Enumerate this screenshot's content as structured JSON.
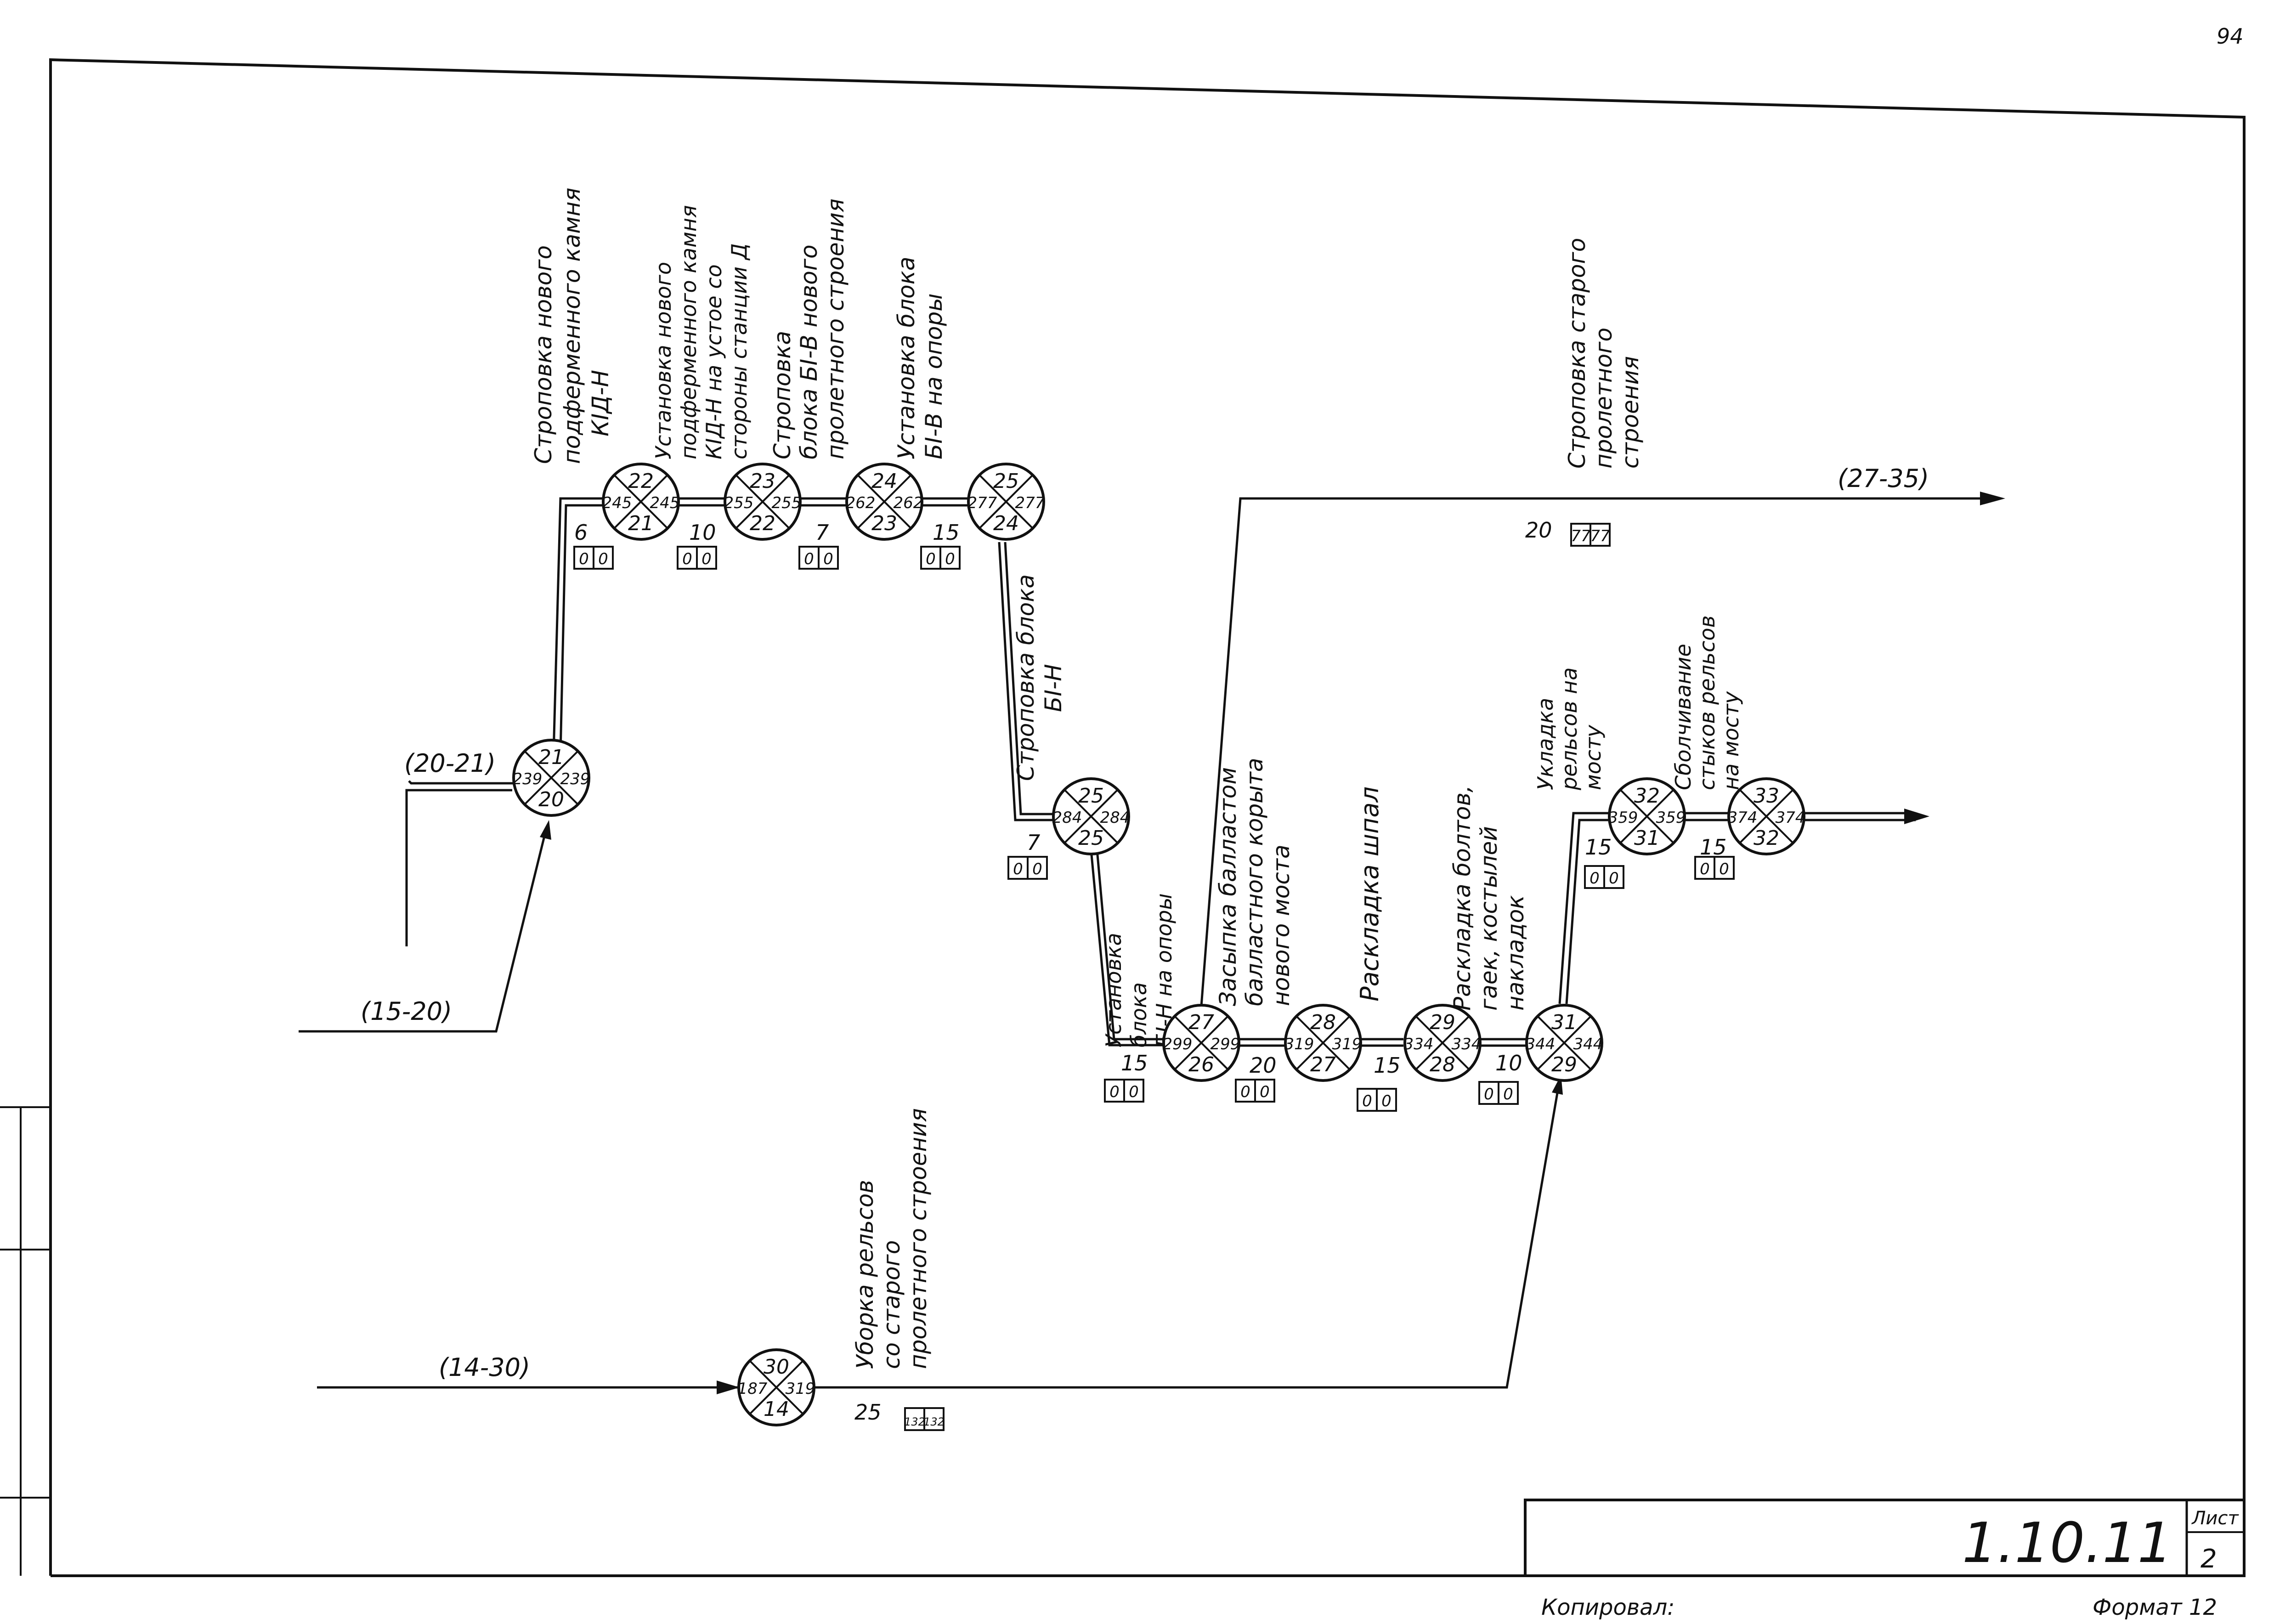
{
  "page_number": "94",
  "external_refs": {
    "ref_20_21": "(20-21)",
    "ref_15_20": "(15-20)",
    "ref_14_30": "(14-30)",
    "ref_27_35": "(27-35)"
  },
  "nodes": [
    {
      "id": "n21",
      "top": "21",
      "left": "239",
      "right": "239",
      "bottom": "20"
    },
    {
      "id": "n22",
      "top": "22",
      "left": "245",
      "right": "245",
      "bottom": "21"
    },
    {
      "id": "n23",
      "top": "23",
      "left": "255",
      "right": "255",
      "bottom": "22"
    },
    {
      "id": "n24",
      "top": "24",
      "left": "262",
      "right": "262",
      "bottom": "23"
    },
    {
      "id": "n25",
      "top": "25",
      "left": "277",
      "right": "277",
      "bottom": "24"
    },
    {
      "id": "n26",
      "top": "25",
      "left": "284",
      "right": "284",
      "bottom": "25"
    },
    {
      "id": "n27",
      "top": "27",
      "left": "299",
      "right": "299",
      "bottom": "26"
    },
    {
      "id": "n28",
      "top": "28",
      "left": "319",
      "right": "319",
      "bottom": "27"
    },
    {
      "id": "n29",
      "top": "29",
      "left": "334",
      "right": "334",
      "bottom": "28"
    },
    {
      "id": "n31",
      "top": "31",
      "left": "344",
      "right": "344",
      "bottom": "29"
    },
    {
      "id": "n32",
      "top": "32",
      "left": "359",
      "right": "359",
      "bottom": "31"
    },
    {
      "id": "n33",
      "top": "33",
      "left": "374",
      "right": "374",
      "bottom": "32"
    },
    {
      "id": "n30",
      "top": "30",
      "left": "187",
      "right": "319",
      "bottom": "14"
    }
  ],
  "activities": [
    {
      "id": "a21_22",
      "label": [
        "Строповка нового",
        "подферменного камня",
        "КIД-Н"
      ],
      "duration": "6",
      "reserves": [
        "0",
        "0"
      ]
    },
    {
      "id": "a22_23",
      "label": [
        "Установка нового",
        "подферменного камня",
        "КIД-Н на устое со",
        "стороны станции Д"
      ],
      "duration": "10",
      "reserves": [
        "0",
        "0"
      ]
    },
    {
      "id": "a23_24",
      "label": [
        "Строповка",
        "блока БI-В нового",
        "пролетного строения"
      ],
      "duration": "7",
      "reserves": [
        "0",
        "0"
      ]
    },
    {
      "id": "a24_25",
      "label": [
        "Установка блока",
        "БI-В на опоры"
      ],
      "duration": "15",
      "reserves": [
        "0",
        "0"
      ]
    },
    {
      "id": "a25_26",
      "label": [
        "Строповка блока",
        "БI-Н"
      ],
      "duration": "7",
      "reserves": [
        "0",
        "0"
      ]
    },
    {
      "id": "a26_27",
      "label": [
        "Установка",
        "блока",
        "БI-Н на опоры"
      ],
      "duration": "15",
      "reserves": [
        "0",
        "0"
      ]
    },
    {
      "id": "a27_28",
      "label": [
        "Засыпка балластом",
        "балластного корыта",
        "нового моста"
      ],
      "duration": "20",
      "reserves": [
        "0",
        "0"
      ]
    },
    {
      "id": "a28_29",
      "label": [
        "Раскладка шпал"
      ],
      "duration": "15",
      "reserves": [
        "0",
        "0"
      ]
    },
    {
      "id": "a29_31",
      "label": [
        "Раскладка болтов,",
        "гаек, костылей",
        "накладок"
      ],
      "duration": "10",
      "reserves": [
        "0",
        "0"
      ]
    },
    {
      "id": "a31_32",
      "label": [
        "Укладка",
        "рельсов на",
        "мосту"
      ],
      "duration": "15",
      "reserves": [
        "0",
        "0"
      ]
    },
    {
      "id": "a32_33",
      "label": [
        "Сболчивание",
        "стыков рельсов",
        "на мосту"
      ],
      "duration": "15",
      "reserves": [
        "0",
        "0"
      ]
    },
    {
      "id": "a27_35",
      "label": [
        "Строповка старого",
        "пролетного",
        "строения"
      ],
      "duration": "20",
      "reserves": [
        "77",
        "77"
      ]
    },
    {
      "id": "a30_31",
      "label": [
        "Уборка рельсов",
        "со старого",
        "пролетного строения"
      ],
      "duration": "25",
      "reserves": [
        "132",
        "132"
      ]
    }
  ],
  "title_block": {
    "doc_code": "1.10.11",
    "sheet_label": "Лист",
    "sheet_number": "2",
    "copied_label": "Копировал:",
    "format_label": "Формат 12"
  }
}
